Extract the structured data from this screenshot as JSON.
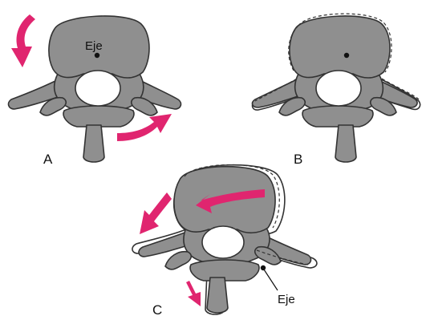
{
  "labels": {
    "panel_a": "A",
    "panel_b": "B",
    "panel_c": "C",
    "axis_a": "Eje",
    "axis_c": "Eje"
  },
  "colors": {
    "arrow": "#e0256f",
    "bone": "#8f8f8f",
    "outline": "#333333"
  },
  "icons": [
    "rotation-arrow-icon",
    "axis-dot-icon"
  ]
}
